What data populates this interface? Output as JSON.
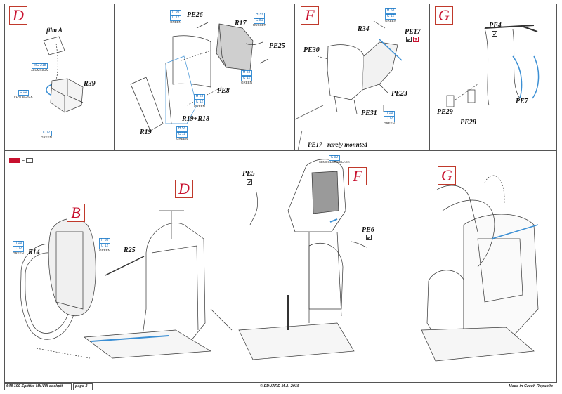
{
  "panels": {
    "D_top": {
      "letter": "D",
      "film_label": "film A",
      "parts": [
        "R39"
      ],
      "callouts": [
        {
          "codes": [
            "MC 218"
          ],
          "name": "ALUMINIUM"
        },
        {
          "codes": [
            "C 33"
          ],
          "name": "FLAT BLACK"
        },
        {
          "codes": [
            "C 12"
          ],
          "name": "GREEN"
        }
      ]
    },
    "E_top": {
      "parts": [
        "PE26",
        "R17",
        "PE25",
        "PE8",
        "R19+R18",
        "R19"
      ],
      "callouts": [
        {
          "codes": [
            "H 58",
            "C 12"
          ],
          "name": "GREEN"
        },
        {
          "codes": [
            "H 33",
            "C 81"
          ],
          "name": "RUSSET"
        },
        {
          "codes": [
            "H 58",
            "C 12"
          ],
          "name": "GREEN"
        },
        {
          "codes": [
            "H 58",
            "C 12"
          ],
          "name": "GREEN"
        }
      ]
    },
    "F_top": {
      "letter": "F",
      "parts": [
        "R34",
        "PE17",
        "PE30",
        "PE23",
        "PE31"
      ],
      "pe17_marks": [
        "✔",
        "?"
      ],
      "callouts": [
        {
          "codes": [
            "H 58",
            "C 12"
          ],
          "name": "GREEN"
        },
        {
          "codes": [
            "H 58",
            "C 12"
          ],
          "name": "GREEN"
        }
      ],
      "note": "PE17 - rarely monnted"
    },
    "G_top": {
      "letter": "G",
      "parts": [
        "PE4",
        "PE29",
        "PE28",
        "PE7"
      ],
      "pe4_mark": "✔"
    }
  },
  "legend": {
    "equals": "="
  },
  "lower": {
    "B": {
      "letter": "B",
      "parts": [
        "R14",
        "R25"
      ],
      "callouts": [
        {
          "codes": [
            "H 58",
            "C 12"
          ],
          "name": "GREEN"
        },
        {
          "codes": [
            "H 58",
            "C 12"
          ],
          "name": "GREEN"
        }
      ]
    },
    "D": {
      "letter": "D"
    },
    "F": {
      "letter": "F",
      "parts": [
        "PE5",
        "PE6"
      ],
      "marks": [
        "✔",
        "✔"
      ],
      "callouts": [
        {
          "codes": [
            "C 92"
          ],
          "name": "SEMI GLOSS BLACK"
        }
      ]
    },
    "G": {
      "letter": "G"
    }
  },
  "footer": {
    "product": "648 199  Spitfire Mk.VIII cockpit",
    "page": "page 3",
    "copyright": "© EDUARD  M.A. 2015",
    "origin": "Made in Czech Republic"
  }
}
